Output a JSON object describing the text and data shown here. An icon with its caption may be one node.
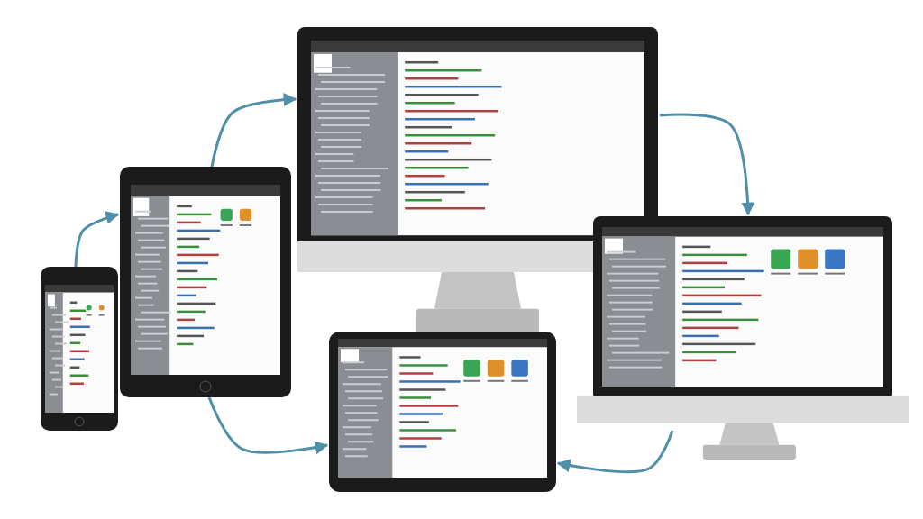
{
  "diagram": {
    "nodes": [
      {
        "text": [],
        "shape": "picture"
      },
      {
        "text": [],
        "shape": "picture"
      },
      {
        "text": [],
        "shape": "picture"
      },
      {
        "text": [],
        "shape": "picture"
      },
      {
        "text": [],
        "shape": "picture"
      }
    ],
    "edges": [
      {
        "from": 0,
        "to": 1,
        "arrow": "to"
      },
      {
        "from": 1,
        "to": 2,
        "arrow": "to"
      },
      {
        "from": 2,
        "to": 3,
        "arrow": "to"
      },
      {
        "from": 3,
        "to": 4,
        "arrow": "to"
      },
      {
        "from": 1,
        "to": 4,
        "arrow": "to"
      }
    ]
  }
}
